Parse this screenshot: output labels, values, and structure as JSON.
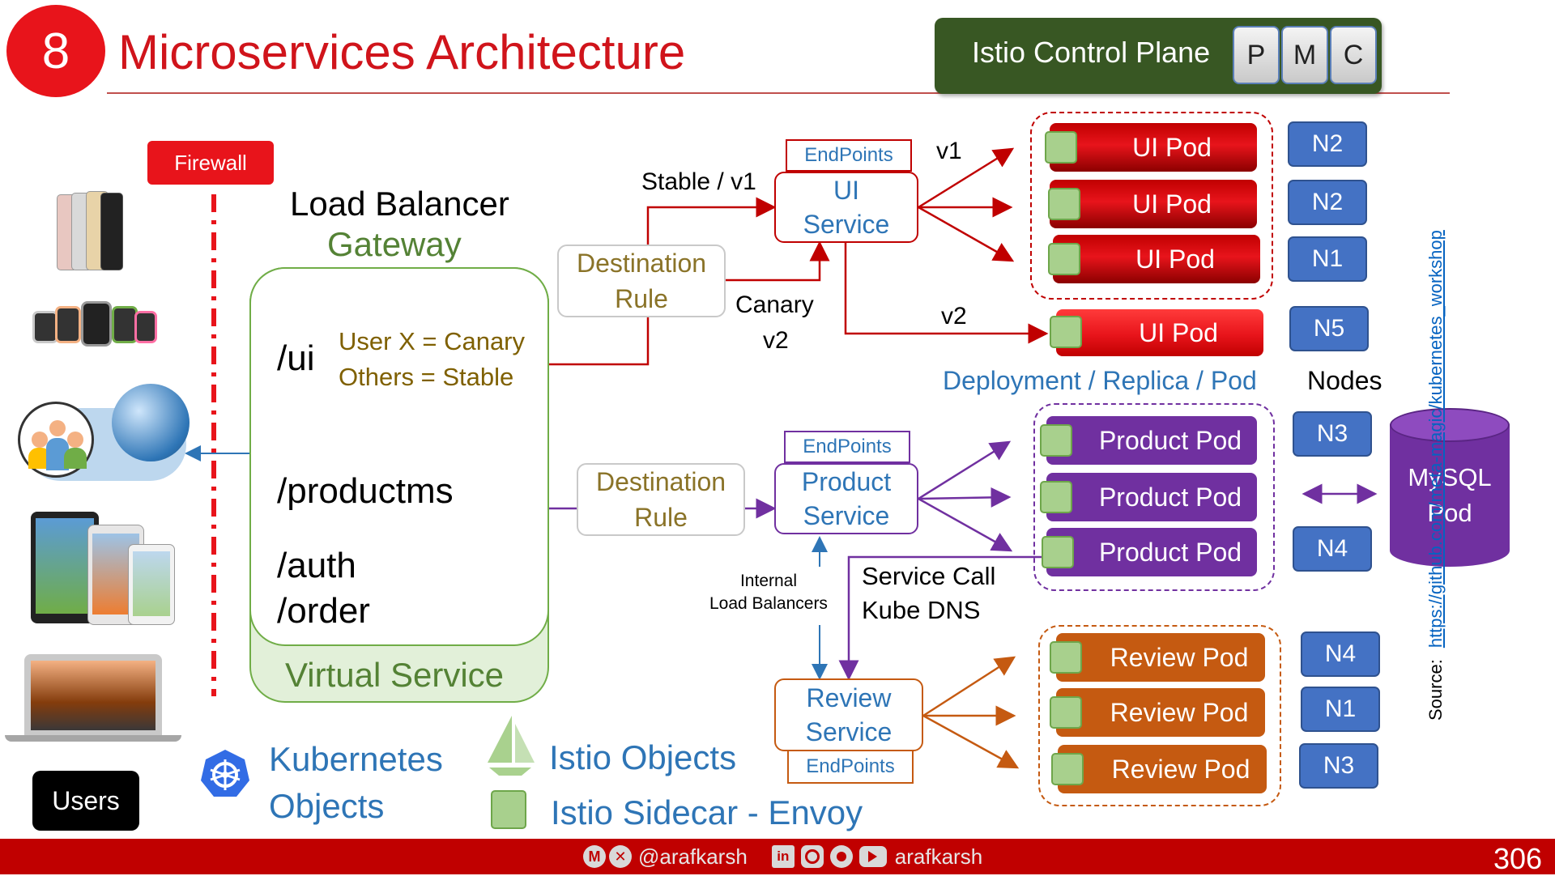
{
  "header": {
    "slide_number": "8",
    "title": "Microservices Architecture"
  },
  "control_plane": {
    "label": "Istio Control Plane",
    "buttons": [
      "P",
      "M",
      "C"
    ]
  },
  "firewall": {
    "label": "Firewall"
  },
  "users": {
    "label": "Users"
  },
  "gateway": {
    "line1": "Load Balancer",
    "line2": "Gateway"
  },
  "virtual_service": {
    "label": "Virtual Service",
    "routes": [
      "/ui",
      "/productms",
      "/auth",
      "/order"
    ],
    "rule_canary": "User X = Canary",
    "rule_stable": "Others = Stable"
  },
  "destination_rule": {
    "line1": "Destination",
    "line2": "Rule"
  },
  "labels": {
    "stable_v1": "Stable / v1",
    "canary": "Canary",
    "v2_canary": "v2",
    "v1": "v1",
    "v2": "v2",
    "deployment": "Deployment / Replica / Pod",
    "nodes": "Nodes",
    "internal_lb_1": "Internal",
    "internal_lb_2": "Load Balancers",
    "service_call": "Service Call",
    "kube_dns": "Kube DNS"
  },
  "ui_service": {
    "line1": "UI",
    "line2": "Service",
    "endpoints": "EndPoints"
  },
  "product_service": {
    "line1": "Product",
    "line2": "Service",
    "endpoints": "EndPoints"
  },
  "review_service": {
    "line1": "Review",
    "line2": "Service",
    "endpoints": "EndPoints"
  },
  "ui_pods": [
    {
      "label": "UI Pod",
      "node": "N2"
    },
    {
      "label": "UI Pod",
      "node": "N2"
    },
    {
      "label": "UI Pod",
      "node": "N1"
    }
  ],
  "ui_canary_pod": {
    "label": "UI Pod",
    "node": "N5"
  },
  "product_pods": [
    {
      "label": "Product Pod",
      "node": "N3"
    },
    {
      "label": "Product Pod",
      "node": ""
    },
    {
      "label": "Product Pod",
      "node": "N4"
    }
  ],
  "review_pods": [
    {
      "label": "Review Pod",
      "node": "N4"
    },
    {
      "label": "Review Pod",
      "node": "N1"
    },
    {
      "label": "Review Pod",
      "node": "N3"
    }
  ],
  "mysql": {
    "line1": "MySQL",
    "line2": "Pod"
  },
  "legend": {
    "k8s_line1": "Kubernetes",
    "k8s_line2": "Objects",
    "istio_objects": "Istio Objects",
    "sidecar": "Istio Sidecar - Envoy"
  },
  "source": {
    "prefix": "Source:",
    "link": "https://github.com/meta-magic/kubernetes_workshop"
  },
  "footer": {
    "handle1": "@arafkarsh",
    "handle2": "arafkarsh",
    "page_number": "306"
  },
  "colors": {
    "red": "#e8141b",
    "green_dark": "#385723",
    "blue": "#4472c4",
    "purple": "#7030a0",
    "orange": "#c55a11"
  }
}
